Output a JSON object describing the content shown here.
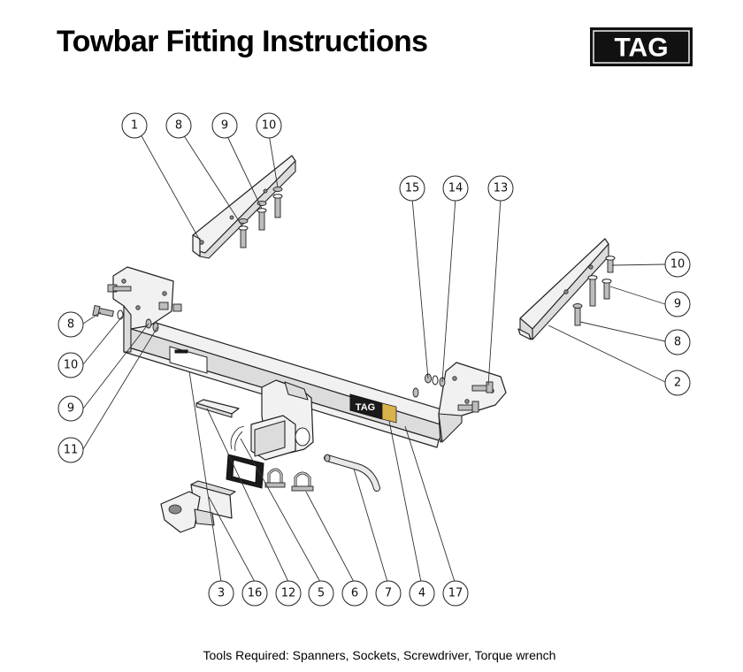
{
  "header": {
    "title": "Towbar Fitting Instructions"
  },
  "logo": {
    "text": "TAG",
    "bg": "#111111",
    "fg": "#ffffff"
  },
  "bar_plate": {
    "text": "TAG",
    "accent": "#d8b24a"
  },
  "callouts": [
    "1",
    "8",
    "9",
    "10",
    "15",
    "14",
    "13",
    "10",
    "9",
    "8",
    "2",
    "8",
    "10",
    "9",
    "11",
    "3",
    "16",
    "12",
    "5",
    "6",
    "7",
    "4",
    "17"
  ],
  "footer": {
    "tools": "Tools Required: Spanners, Sockets, Screwdriver, Torque wrench"
  }
}
